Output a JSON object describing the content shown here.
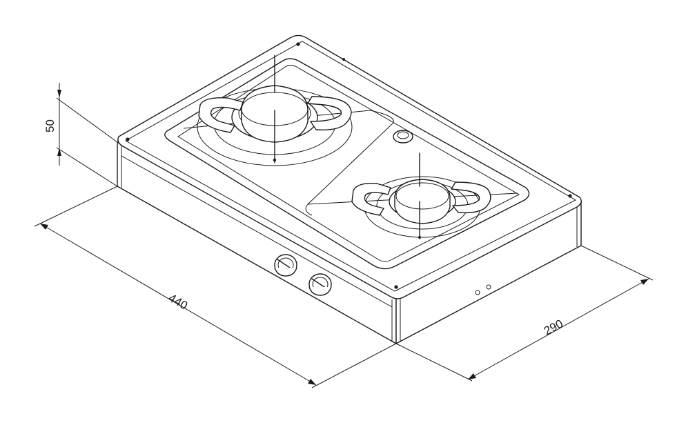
{
  "dimensions": {
    "height": "50",
    "length": "440",
    "depth": "290"
  },
  "colors": {
    "line": "#1a1a1a",
    "background": "#ffffff"
  }
}
